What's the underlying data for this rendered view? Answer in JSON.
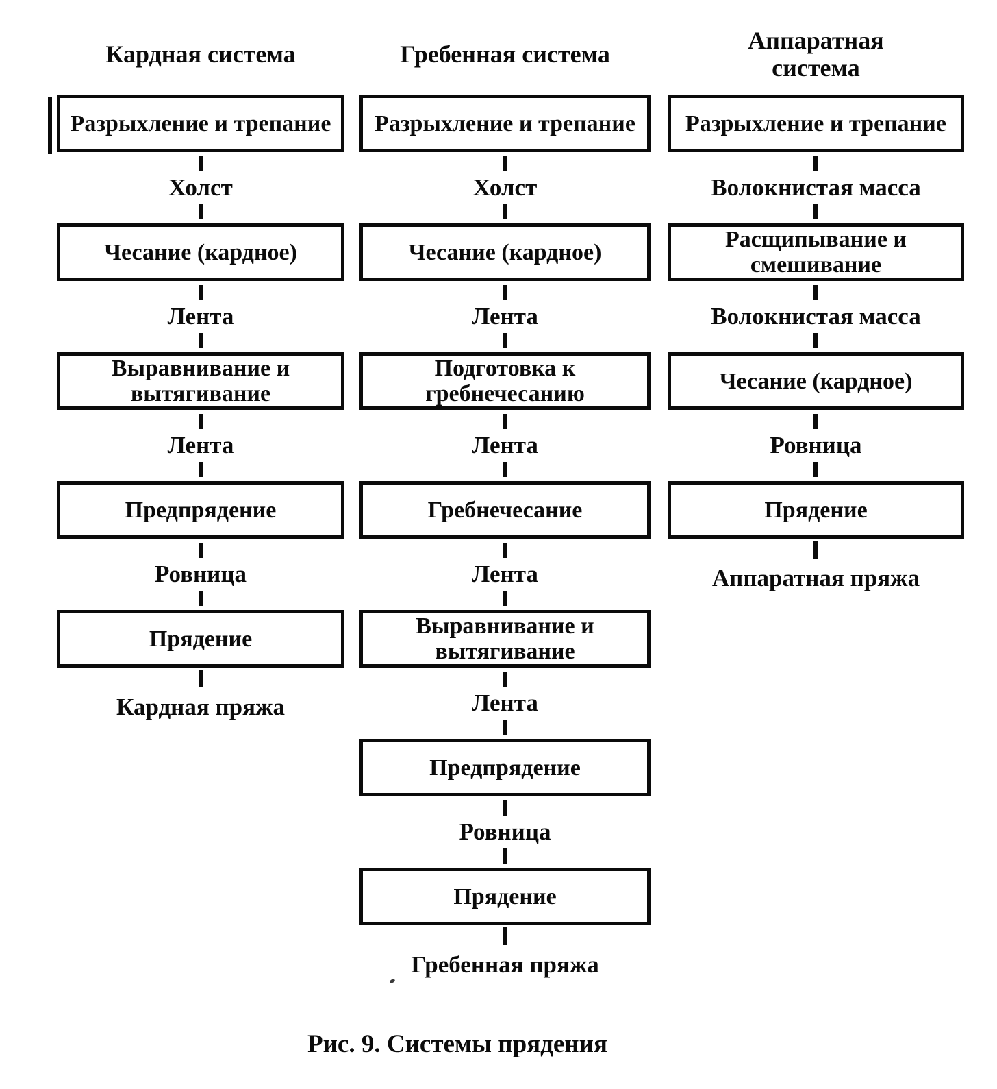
{
  "figure": {
    "caption": "Рис. 9. Системы прядения"
  },
  "colors": {
    "ink": "#0b0b0b",
    "paper": "#ffffff"
  },
  "columns": [
    {
      "title": "Кардная система",
      "steps": [
        {
          "kind": "process",
          "text": "Разрыхление и трепание"
        },
        {
          "kind": "material",
          "text": "Холст"
        },
        {
          "kind": "process",
          "text": "Чесание (кардное)"
        },
        {
          "kind": "material",
          "text": "Лента"
        },
        {
          "kind": "process",
          "text": "Выравнивание и\nвытягивание"
        },
        {
          "kind": "material",
          "text": "Лента"
        },
        {
          "kind": "process",
          "text": "Предпрядение"
        },
        {
          "kind": "material",
          "text": "Ровница"
        },
        {
          "kind": "process",
          "text": "Прядение"
        },
        {
          "kind": "product",
          "text": "Кардная пряжа"
        }
      ]
    },
    {
      "title": "Гребенная система",
      "steps": [
        {
          "kind": "process",
          "text": "Разрыхление и трепание"
        },
        {
          "kind": "material",
          "text": "Холст"
        },
        {
          "kind": "process",
          "text": "Чесание (кардное)"
        },
        {
          "kind": "material",
          "text": "Лента"
        },
        {
          "kind": "process",
          "text": "Подготовка к\nгребнечесанию"
        },
        {
          "kind": "material",
          "text": "Лента"
        },
        {
          "kind": "process",
          "text": "Гребнечесание"
        },
        {
          "kind": "material",
          "text": "Лента"
        },
        {
          "kind": "process",
          "text": "Выравнивание и\nвытягивание"
        },
        {
          "kind": "material",
          "text": "Лента"
        },
        {
          "kind": "process",
          "text": "Предпрядение"
        },
        {
          "kind": "material",
          "text": "Ровница"
        },
        {
          "kind": "process",
          "text": "Прядение"
        },
        {
          "kind": "product",
          "text": "Гребенная пряжа"
        }
      ]
    },
    {
      "title": "Аппаратная\nсистема",
      "steps": [
        {
          "kind": "process",
          "text": "Разрыхление и трепание"
        },
        {
          "kind": "material",
          "text": "Волокнистая масса"
        },
        {
          "kind": "process",
          "text": "Расщипывание и\nсмешивание"
        },
        {
          "kind": "material",
          "text": "Волокнистая масса"
        },
        {
          "kind": "process",
          "text": "Чесание (кардное)"
        },
        {
          "kind": "material",
          "text": "Ровница"
        },
        {
          "kind": "process",
          "text": "Прядение"
        },
        {
          "kind": "product",
          "text": "Аппаратная пряжа"
        }
      ]
    }
  ]
}
